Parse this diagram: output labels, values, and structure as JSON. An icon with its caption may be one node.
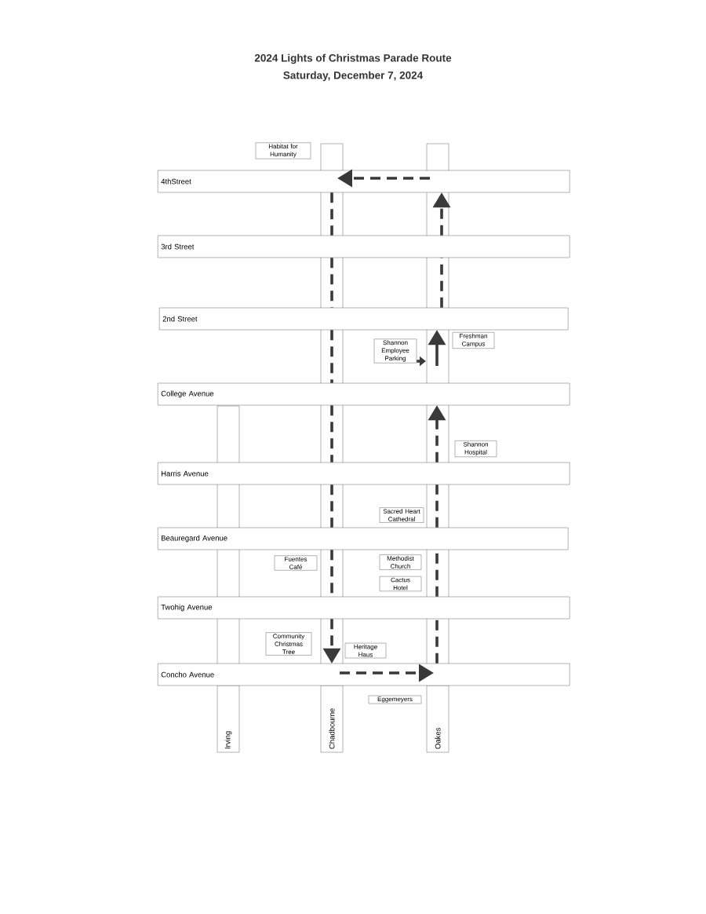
{
  "diagram": {
    "title": "2024 Lights of Christmas Parade Route",
    "nodes": [
      {
        "text": [
          "Habitat for Humanity"
        ]
      },
      {
        "text": [
          "4thStreet"
        ]
      },
      {
        "text": [
          "3rd Street"
        ]
      },
      {
        "text": [
          "2nd Street"
        ]
      },
      {
        "text": [
          "Shannon Employee Parking"
        ]
      },
      {
        "text": [
          "Freshman Campus"
        ]
      },
      {
        "text": [
          "College Avenue"
        ]
      },
      {
        "text": [
          "Shannon Hospital"
        ]
      },
      {
        "text": [
          "Harris Avenue"
        ]
      },
      {
        "text": [
          "Sacred Heart Cathedral"
        ]
      },
      {
        "text": [
          "Beauregard Avenue"
        ]
      },
      {
        "text": [
          "Fuentes Café"
        ]
      },
      {
        "text": [
          "Methodist Church"
        ]
      },
      {
        "text": [
          "Cactus Hotel"
        ]
      },
      {
        "text": [
          "Twohig Avenue"
        ]
      },
      {
        "text": [
          "Community Christmas Tree"
        ]
      },
      {
        "text": [
          "Heritage Haus"
        ]
      },
      {
        "text": [
          "Concho Avenue"
        ]
      },
      {
        "text": [
          "Eggemeyers"
        ]
      },
      {
        "text": [
          "Irving"
        ]
      },
      {
        "text": [
          "Chadbourne"
        ]
      },
      {
        "text": [
          "Oakes"
        ]
      }
    ],
    "edges": [
      {
        "from": 4,
        "to": null,
        "arrow": "to"
      },
      {
        "from": null,
        "to": 3,
        "arrow": "to"
      },
      {
        "from": 17,
        "to": 14,
        "arrow": "none",
        "style": "dashed"
      },
      {
        "from": 14,
        "to": 10,
        "arrow": "none",
        "style": "dashed"
      },
      {
        "from": 10,
        "to": 8,
        "arrow": "none",
        "style": "dashed"
      },
      {
        "from": 8,
        "to": 6,
        "arrow": "to",
        "style": "dashed"
      },
      {
        "from": 3,
        "to": 2,
        "arrow": "none",
        "style": "dashed"
      },
      {
        "from": 2,
        "to": 1,
        "arrow": "to",
        "style": "dashed"
      },
      {
        "from": 1,
        "to": 2,
        "arrow": "none",
        "style": "dashed"
      },
      {
        "from": 2,
        "to": 3,
        "arrow": "none",
        "style": "dashed"
      },
      {
        "from": 3,
        "to": 6,
        "arrow": "none",
        "style": "dashed"
      },
      {
        "from": 6,
        "to": 8,
        "arrow": "none",
        "style": "dashed"
      },
      {
        "from": 8,
        "to": 10,
        "arrow": "none",
        "style": "dashed"
      },
      {
        "from": 10,
        "to": 14,
        "arrow": "none",
        "style": "dashed"
      },
      {
        "from": 14,
        "to": 17,
        "arrow": "to",
        "style": "dashed"
      }
    ],
    "labels": [
      "Saturday, December 7, 2024"
    ]
  }
}
